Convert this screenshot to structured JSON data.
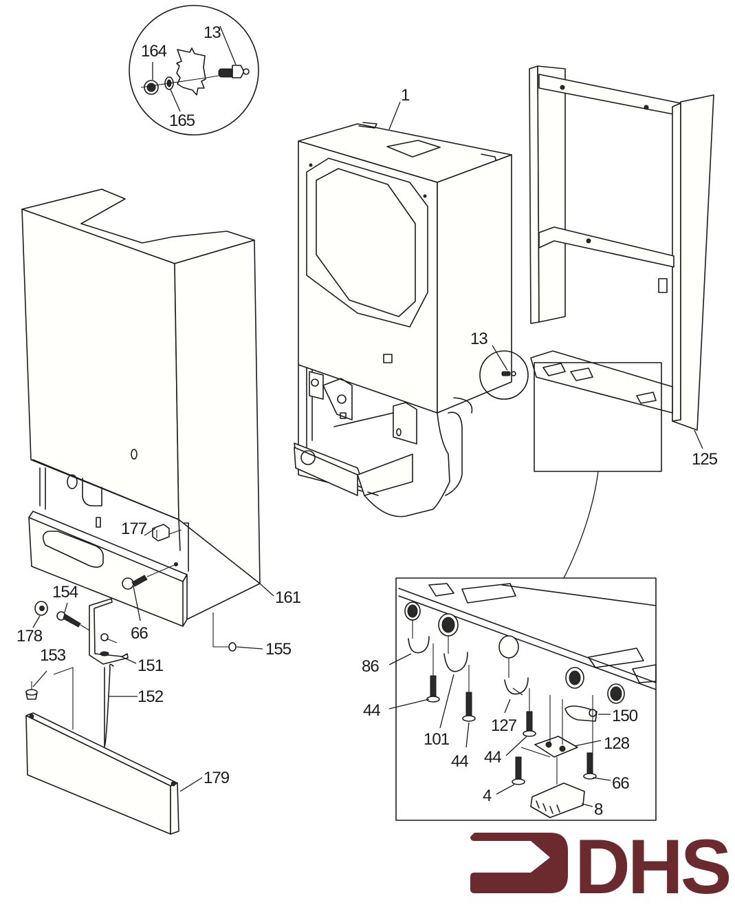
{
  "diagram": {
    "type": "exploded-parts-diagram",
    "subject": "Boiler casing assembly",
    "assemblies": [
      {
        "id": "outer-casing",
        "part": "161"
      },
      {
        "id": "boiler-body",
        "part": "1"
      },
      {
        "id": "wall-frame",
        "part": "125"
      },
      {
        "id": "bottom-panel",
        "part": "179"
      },
      {
        "id": "detail-inset-top",
        "parts": [
          "13",
          "164",
          "165"
        ]
      },
      {
        "id": "detail-inset-bottom",
        "parts": [
          "86",
          "44",
          "101",
          "44",
          "127",
          "44",
          "150",
          "128",
          "4",
          "66",
          "8"
        ]
      }
    ]
  },
  "callouts": {
    "inset_top_13": "13",
    "inset_top_164": "164",
    "inset_top_165": "165",
    "body_1": "1",
    "body_13": "13",
    "frame_125": "125",
    "casing_177": "177",
    "casing_66": "66",
    "casing_161": "161",
    "casing_154": "154",
    "casing_178": "178",
    "casing_153": "153",
    "casing_151": "151",
    "casing_155": "155",
    "casing_152": "152",
    "panel_179": "179",
    "inset_86": "86",
    "inset_44a": "44",
    "inset_101": "101",
    "inset_44b": "44",
    "inset_127": "127",
    "inset_44c": "44",
    "inset_150": "150",
    "inset_128": "128",
    "inset_4": "4",
    "inset_66": "66",
    "inset_8": "8"
  },
  "logo": {
    "text": "DHS",
    "icon": "arrow-icon",
    "color": "#6b2a2e"
  },
  "colors": {
    "line": "#1a1a1a",
    "paper": "#ffffff"
  }
}
